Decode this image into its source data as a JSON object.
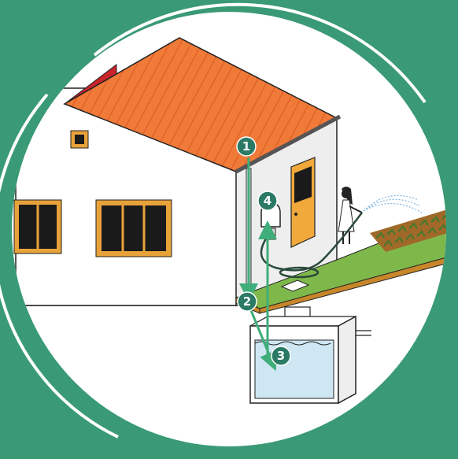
{
  "colors": {
    "background": "#3a9a76",
    "circle": "#ffffff",
    "roof": "#f07a38",
    "roof_lines": "#d8501e",
    "wall": "#ffffff",
    "window_frame": "#e8a23a",
    "window_glass": "#1a1a1a",
    "door": "#f2a93b",
    "grass": "#7fb84a",
    "soil": "#c8862a",
    "tank_water": "#cfe7f2",
    "arrow": "#3fae7a",
    "badge": "#2a7a66",
    "hose": "#2a4a3a"
  },
  "steps": [
    {
      "label": "1",
      "name": "gutter"
    },
    {
      "label": "2",
      "name": "inlet"
    },
    {
      "label": "3",
      "name": "tank"
    },
    {
      "label": "4",
      "name": "pump-tap"
    }
  ],
  "icons": [
    "house",
    "roof",
    "gutter",
    "downpipe",
    "tank",
    "pump",
    "hose",
    "woman-watering",
    "sprinkler",
    "vegetable-garden"
  ]
}
